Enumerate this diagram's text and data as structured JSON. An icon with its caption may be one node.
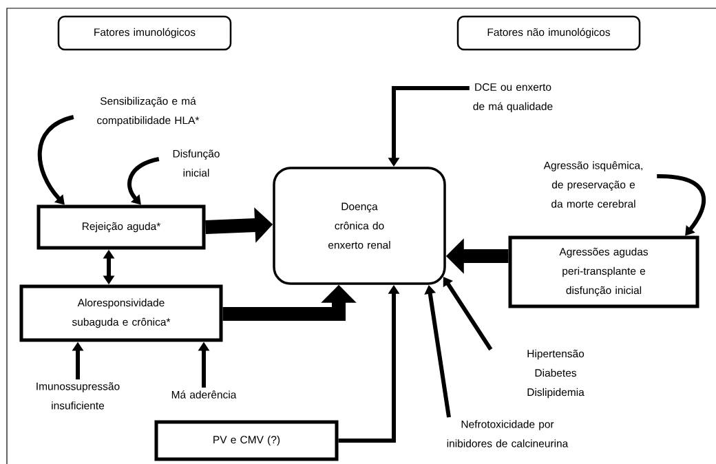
{
  "diagram": {
    "nodes": [
      {
        "text": [
          "Fatores imunológicos"
        ]
      },
      {
        "text": [
          "Fatores não imunológicos"
        ]
      },
      {
        "text": [
          "Sensibilização e má compatibilidade HLA*"
        ]
      },
      {
        "text": [
          "Disfunção inicial"
        ]
      },
      {
        "text": [
          "DCE ou enxerto de má qualidade"
        ]
      },
      {
        "text": [
          "Doença crônica do enxerto renal"
        ]
      },
      {
        "text": [
          "Agressão isquêmica, de preservação e da morte cerebral"
        ]
      },
      {
        "text": [
          "Rejeição aguda*"
        ]
      },
      {
        "text": [
          "Agressões agudas peri-transplante e disfunção inicial"
        ]
      },
      {
        "text": [
          "Aloresponsividade subaguda e crônica*"
        ]
      },
      {
        "text": [
          "Imunossupressão insuficiente"
        ]
      },
      {
        "text": [
          "Má aderência"
        ]
      },
      {
        "text": [
          "Hipertensão Diabetes Dislipidemia"
        ]
      },
      {
        "text": [
          "PV e CMV (?)"
        ]
      },
      {
        "text": [
          "Nefrotoxicidade por inibidores de calcineurina"
        ]
      }
    ],
    "edges": [
      {
        "from": 2,
        "to": 7,
        "arrow": "to"
      },
      {
        "from": 3,
        "to": 7,
        "arrow": "to"
      },
      {
        "from": 4,
        "to": 5,
        "arrow": "to"
      },
      {
        "from": 6,
        "to": 8,
        "arrow": "to"
      },
      {
        "from": 7,
        "to": 5,
        "arrow": "to",
        "style": "thick"
      },
      {
        "from": 7,
        "to": 9,
        "arrow": "both"
      },
      {
        "from": 9,
        "to": 5,
        "arrow": "to",
        "style": "thick"
      },
      {
        "from": 8,
        "to": 5,
        "arrow": "to",
        "style": "thick"
      },
      {
        "from": 10,
        "to": 9,
        "arrow": "to"
      },
      {
        "from": 11,
        "to": 9,
        "arrow": "to"
      },
      {
        "from": 13,
        "to": 5,
        "arrow": "to"
      },
      {
        "from": 14,
        "to": 5,
        "arrow": "to"
      },
      {
        "from": 12,
        "to": 5,
        "arrow": "to"
      }
    ]
  }
}
